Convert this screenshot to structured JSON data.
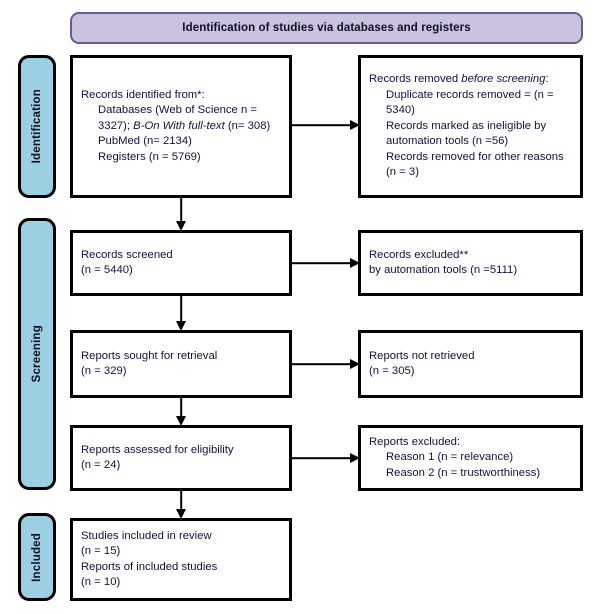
{
  "banner": {
    "title": "Identification of studies via databases and registers",
    "fill_color": "#CAC2DE",
    "border_color": "#6B5B95"
  },
  "stages": {
    "fill_color": "#9DCFE2",
    "identification": "Identification",
    "screening": "Screening",
    "included": "Included"
  },
  "boxes": {
    "identified": {
      "line1": "Records identified from*:",
      "line2": "Databases (Web of Science n =",
      "line3_pre": "3327); ",
      "line3_italic": "B-On With full-text",
      "line3_post": " (n= 308)",
      "line4": "PubMed (n= 2134)",
      "line5": "Registers (n = 5769)"
    },
    "removed": {
      "line1_pre": "Records removed ",
      "line1_italic": "before screening",
      "line1_post": ":",
      "line2": "Duplicate records removed = (n =",
      "line3": "5340)",
      "line4": "Records marked as ineligible by",
      "line5": "automation tools (n =56)",
      "line6": "Records removed for other reasons",
      "line7": "(n = 3)"
    },
    "screened": {
      "line1": "Records screened",
      "line2": "(n = 5440)"
    },
    "excluded": {
      "line1": "Records excluded**",
      "line2": "by automation tools (n =5111)"
    },
    "sought": {
      "line1": "Reports sought for retrieval",
      "line2": "(n = 329)"
    },
    "not_retrieved": {
      "line1": "Reports not retrieved",
      "line2": "(n = 305)"
    },
    "assessed": {
      "line1": "Reports assessed for eligibility",
      "line2": "(n = 24)"
    },
    "reports_excluded": {
      "line1": "Reports excluded:",
      "line2": "Reason 1 (n = relevance)",
      "line3": "Reason 2 (n = trustworthiness)"
    },
    "included": {
      "line1": "Studies included in review",
      "line2": "(n = 15)",
      "line3": "Reports of included studies",
      "line4": "(n = 10)"
    }
  }
}
